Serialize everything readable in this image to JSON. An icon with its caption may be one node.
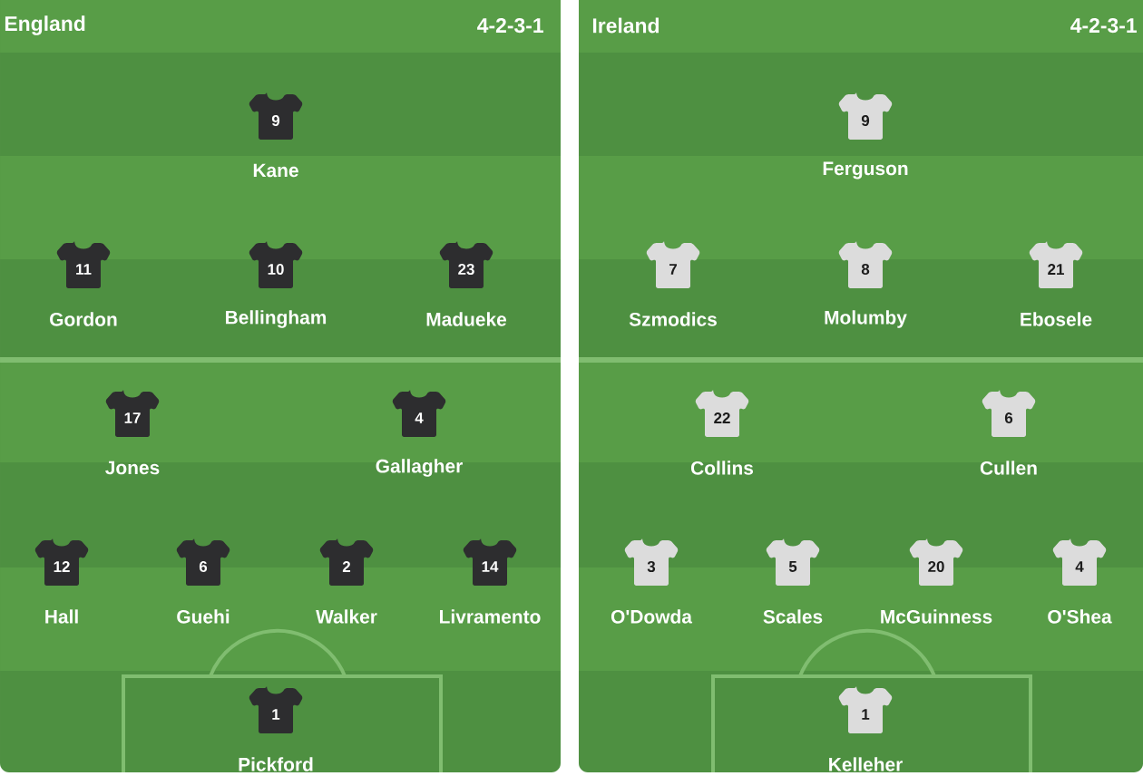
{
  "diagram": {
    "nodes": [
      {
        "text": [
          "England",
          "4-2-3-1"
        ]
      },
      {
        "text": [
          "9"
        ],
        "beside": [
          "Kane"
        ],
        "in": 0
      },
      {
        "text": [
          "11"
        ],
        "beside": [
          "Gordon"
        ],
        "in": 0
      },
      {
        "text": [
          "10"
        ],
        "beside": [
          "Bellingham"
        ],
        "in": 0
      },
      {
        "text": [
          "23"
        ],
        "beside": [
          "Madueke"
        ],
        "in": 0
      },
      {
        "text": [
          "17"
        ],
        "beside": [
          "Jones"
        ],
        "in": 0
      },
      {
        "text": [
          "4"
        ],
        "beside": [
          "Gallagher"
        ],
        "in": 0
      },
      {
        "text": [
          "12"
        ],
        "beside": [
          "Hall"
        ],
        "in": 0
      },
      {
        "text": [
          "6"
        ],
        "beside": [
          "Guehi"
        ],
        "in": 0
      },
      {
        "text": [
          "2"
        ],
        "beside": [
          "Walker"
        ],
        "in": 0
      },
      {
        "text": [
          "14"
        ],
        "beside": [
          "Livramento"
        ],
        "in": 0
      },
      {
        "text": [
          "1"
        ],
        "beside": [
          "Pickford"
        ],
        "in": 0
      },
      {
        "text": [
          "Ireland",
          "4-2-3-1"
        ]
      },
      {
        "text": [
          "9"
        ],
        "beside": [
          "Ferguson"
        ],
        "in": 12
      },
      {
        "text": [
          "7"
        ],
        "beside": [
          "Szmodics"
        ],
        "in": 12
      },
      {
        "text": [
          "8"
        ],
        "beside": [
          "Molumby"
        ],
        "in": 12
      },
      {
        "text": [
          "21"
        ],
        "beside": [
          "Ebosele"
        ],
        "in": 12
      },
      {
        "text": [
          "22"
        ],
        "beside": [
          "Collins"
        ],
        "in": 12
      },
      {
        "text": [
          "6"
        ],
        "beside": [
          "Cullen"
        ],
        "in": 12
      },
      {
        "text": [
          "3"
        ],
        "beside": [
          "O'Dowda"
        ],
        "in": 12
      },
      {
        "text": [
          "5"
        ],
        "beside": [
          "Scales"
        ],
        "in": 12
      },
      {
        "text": [
          "20"
        ],
        "beside": [
          "McGuinness"
        ],
        "in": 12
      },
      {
        "text": [
          "4"
        ],
        "beside": [
          "O'Shea"
        ],
        "in": 12
      },
      {
        "text": [
          "1"
        ],
        "beside": [
          "Kelleher"
        ],
        "in": 12
      }
    ]
  }
}
